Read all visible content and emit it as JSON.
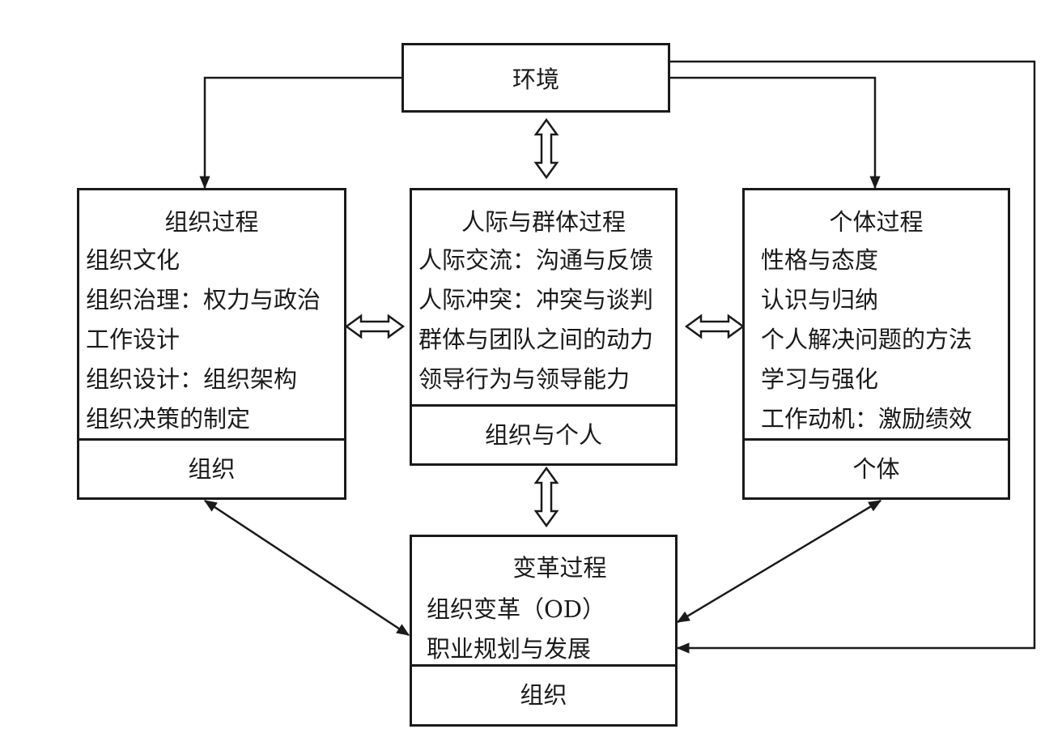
{
  "environment": {
    "label": "环境"
  },
  "organization": {
    "title": "组织过程",
    "items": [
      "组织文化",
      "组织治理：权力与政治",
      "工作设计",
      "组织设计：组织架构",
      "组织决策的制定"
    ],
    "footer": "组织"
  },
  "interpersonal": {
    "title": "人际与群体过程",
    "items": [
      "人际交流：沟通与反馈",
      "人际冲突：冲突与谈判",
      "群体与团队之间的动力",
      "领导行为与领导能力"
    ],
    "footer": "组织与个人"
  },
  "individual": {
    "title": "个体过程",
    "items": [
      "性格与态度",
      "认识与归纳",
      "个人解决问题的方法",
      "学习与强化",
      "工作动机：激励绩效"
    ],
    "footer": "个体"
  },
  "change": {
    "title": "变革过程",
    "items": [
      "组织变革（OD）",
      "职业规划与发展"
    ],
    "footer": "组织"
  }
}
